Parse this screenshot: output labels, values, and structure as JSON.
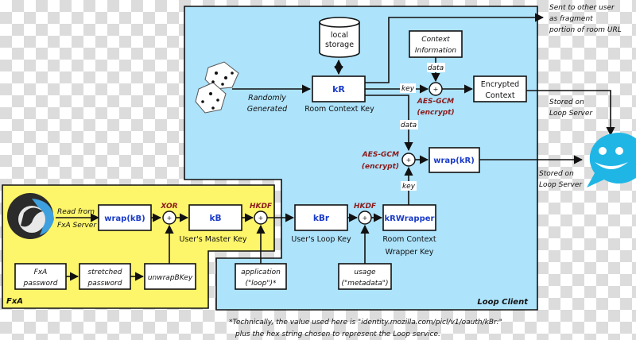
{
  "regions": {
    "loop_client": {
      "label": "Loop Client",
      "color": "#ade3fb"
    },
    "fxa": {
      "label": "FxA",
      "color": "#fdf56a"
    }
  },
  "nodes": {
    "local_storage": [
      "local",
      "storage"
    ],
    "kR": "kR",
    "kR_caption": "Room Context Key",
    "random": [
      "Randomly",
      "Generated"
    ],
    "context_info": [
      "Context",
      "Information"
    ],
    "encrypted_context": [
      "Encrypted",
      "Context"
    ],
    "wrap_kR": "wrap(kR)",
    "wrap_kB": "wrap(kB)",
    "kB": "kB",
    "kB_caption": "User's Master Key",
    "kBr": "kBr",
    "kBr_caption": "User's Loop Key",
    "kRWrapper": "kRWrapper",
    "kRWrapper_caption": [
      "Room Context",
      "Wrapper Key"
    ],
    "fxa_password": [
      "FxA",
      "password"
    ],
    "stretched_password": [
      "stretched",
      "password"
    ],
    "unwrapBKey": "unwrapBKey",
    "application": [
      "application",
      "(\"loop\")*"
    ],
    "usage": [
      "usage",
      "(\"metadata\")"
    ]
  },
  "ops": {
    "aes_gcm_1": [
      "AES-GCM",
      "(encrypt)"
    ],
    "aes_gcm_2": [
      "AES-GCM",
      "(encrypt)"
    ],
    "xor": "XOR",
    "hkdf_1": "HKDF",
    "hkdf_2": "HKDF",
    "plus": "+"
  },
  "edge_labels": {
    "key": "key",
    "data": "data",
    "read_from_fxa": [
      "Read from",
      "FxA Server"
    ]
  },
  "annotations": {
    "sent_to_user": [
      "Sent to other user",
      "as fragment",
      "portion of room URL"
    ],
    "stored_1": [
      "Stored on",
      "Loop Server"
    ],
    "stored_2": [
      "Stored on",
      "Loop Server"
    ]
  },
  "footnote": [
    "*Technically, the value used here is \"identity.mozilla.com/picl/v1/oauth/kBr:\"",
    "plus the hex string chosen to represent the Loop service."
  ],
  "icons": {
    "dice": "dice-icon",
    "fxa_logo": "firefox-logo-icon",
    "loop_logo": "loop-chat-bubble-icon",
    "database": "database-icon"
  },
  "colors": {
    "key_blue": "#1a3bc9",
    "op_red": "#8b1a1a",
    "loop_logo": "#1fb6e6"
  }
}
